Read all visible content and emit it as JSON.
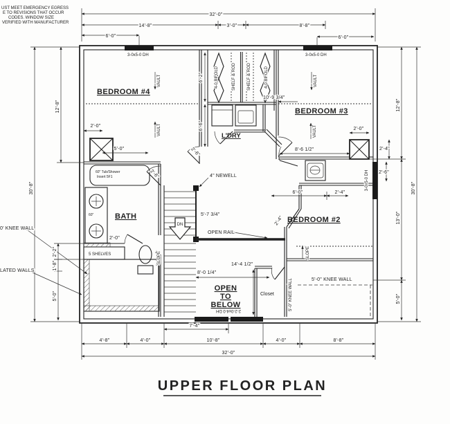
{
  "title": "UPPER FLOOR PLAN",
  "note": {
    "line1": "UST MEET EMERGENCY EGRESS",
    "line2": "E TO REVISIONS THAT OCCUR",
    "line3": "CODES. WINDOW SIZE",
    "line4": "VERIFIED WITH MANUFACTURER"
  },
  "rooms": {
    "bedroom4": "BEDROOM #4",
    "bedroom3": "BEDROOM #3",
    "bedroom2": "BEDROOM #2",
    "bath": "BATH",
    "laundry": "L'DRY",
    "closet": "Closet",
    "open1": "OPEN",
    "open2": "TO",
    "open3": "BELOW"
  },
  "fixtures": {
    "tub_line1": "60\" Tub/Shower",
    "tub_line2": "Insert 5F1",
    "vanity": "60\"",
    "shelves": "5 SHELVES"
  },
  "labels": {
    "vault": "VAULT",
    "shelf_rod": "SHELF & ROD",
    "bifold": "4-0 BIFOLD",
    "newell": "4\" NEWELL",
    "open_rail": "OPEN RAIL",
    "dn": "DN",
    "slope": "SLOPE",
    "knee_wall_50": "5'-0\" KNEE WALL",
    "knee_wall_note": "0' KNEE WALL",
    "insulated_note": "LATED WALLS"
  },
  "windows": {
    "dh_3050": "3-0x5-0 DH",
    "dh_bottom": "2-2-0x4-0 DH"
  },
  "dims": {
    "top_overall": "32'-0\"",
    "top_14_8": "14'-8\"",
    "top_3_0": "3'-0\"",
    "top_8_8": "8'-8\"",
    "top_6_0_left": "6'-0\"",
    "top_6_0_right": "6'-0\"",
    "left_12_8": "12'-8\"",
    "left_30_8": "30'-8\"",
    "left_2_2": "2'-2\"",
    "left_1_8": "1'-8\"",
    "left_5_0": "5'-0\"",
    "right_12_8": "12'-8\"",
    "right_30_8": "30'-8\"",
    "right_13_0": "13'-0\"",
    "right_5_0": "5'-0\"",
    "right_2_4": "2'-4\"",
    "right_2_6": "2'-6\"",
    "right_2_0": "2'-0\"",
    "bottom_4_8": "4'-8\"",
    "bottom_4_0a": "4'-0\"",
    "bottom_10_8": "10'-8\"",
    "bottom_4_0b": "4'-0\"",
    "bottom_8_8": "8'-8\"",
    "bottom_overall": "32'-0\"",
    "bottom_7_4": "7'-4\"",
    "int_6_2": "6'-2\"",
    "int_6_6": "6'-6\"",
    "int_10_9": "10'-9 3/4\"",
    "int_8_6": "8'-6 1/2\"",
    "int_5_7": "5'-7 3/4\"",
    "int_8_0": "8'-0 1/4\"",
    "int_14_4": "14'-4 1/2\"",
    "int_6_0": "6'-0\"",
    "int_2_4": "2'-4\"",
    "b4_2_0": "2'-0\"",
    "b4_5_0": "5'-0\"",
    "bath_2_0": "2'-0\"",
    "door_2_6a": "2'-6\"",
    "door_2_6b": "2'-6\"",
    "door_2_4": "2'-4\""
  }
}
